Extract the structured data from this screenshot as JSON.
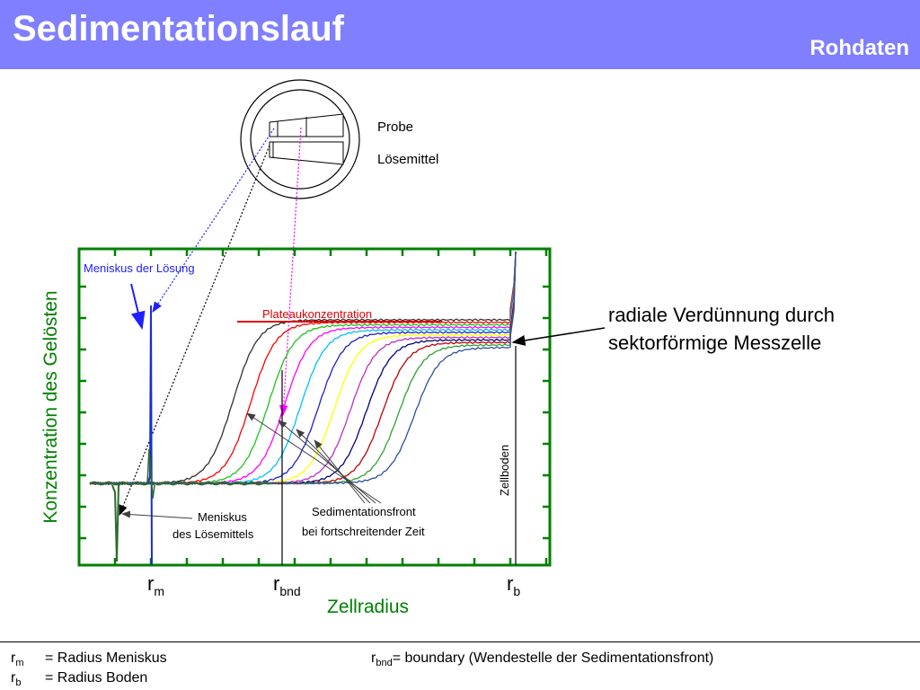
{
  "slide": {
    "title": "Sedimentationslauf",
    "subtitle": "Rohdaten"
  },
  "cell_diagram": {
    "sample_label": "Probe",
    "solvent_label": "Lösemittel"
  },
  "plot": {
    "y_axis_label": "Konzentration des Gelösten",
    "x_axis_label": "Zellradius",
    "annotations": {
      "meniscus_solution": "Meniskus der Lösung",
      "plateau": "Plateaukonzentration",
      "cell_bottom": "Zellboden",
      "meniscus_solvent_line1": "Meniskus",
      "meniscus_solvent_line2": "des Lösemittels",
      "front_line1": "Sedimentationsfront",
      "front_line2": "bei fortschreitender Zeit",
      "dilution_line1": "radiale Verdünnung durch",
      "dilution_line2": "sektorförmige Messzelle"
    },
    "markers": [
      {
        "base": "r",
        "sub": "m"
      },
      {
        "base": "r",
        "sub": "bnd"
      },
      {
        "base": "r",
        "sub": "b"
      }
    ],
    "colors": {
      "axis": "#008000",
      "meniscus": "#1a2ecf",
      "plateau": "#e00000",
      "arrow_blue": "#2020ff",
      "arrow_magenta": "#ff00ff",
      "series": [
        "#303030",
        "#ff0000",
        "#20c020",
        "#ff00ff",
        "#00c0ff",
        "#2020c0",
        "#ffff00",
        "#c030c0",
        "#000080",
        "#c00000",
        "#30a030",
        "#3050a0"
      ]
    },
    "curves": {
      "count": 12,
      "midpoint_radius": [
        0.22,
        0.27,
        0.32,
        0.365,
        0.41,
        0.46,
        0.505,
        0.55,
        0.595,
        0.64,
        0.685,
        0.73
      ],
      "plateau_level": [
        0.65,
        0.64,
        0.63,
        0.62,
        0.61,
        0.6,
        0.59,
        0.58,
        0.57,
        0.56,
        0.55,
        0.54
      ]
    }
  },
  "footer": {
    "rm": {
      "base": "r",
      "sub": "m",
      "text": "= Radius Meniskus"
    },
    "rb": {
      "base": "r",
      "sub": "b",
      "text": "= Radius Boden"
    },
    "rbnd": {
      "base": "r",
      "sub": "bnd",
      "text": "= boundary (Wendestelle der Sedimentationsfront)"
    }
  }
}
